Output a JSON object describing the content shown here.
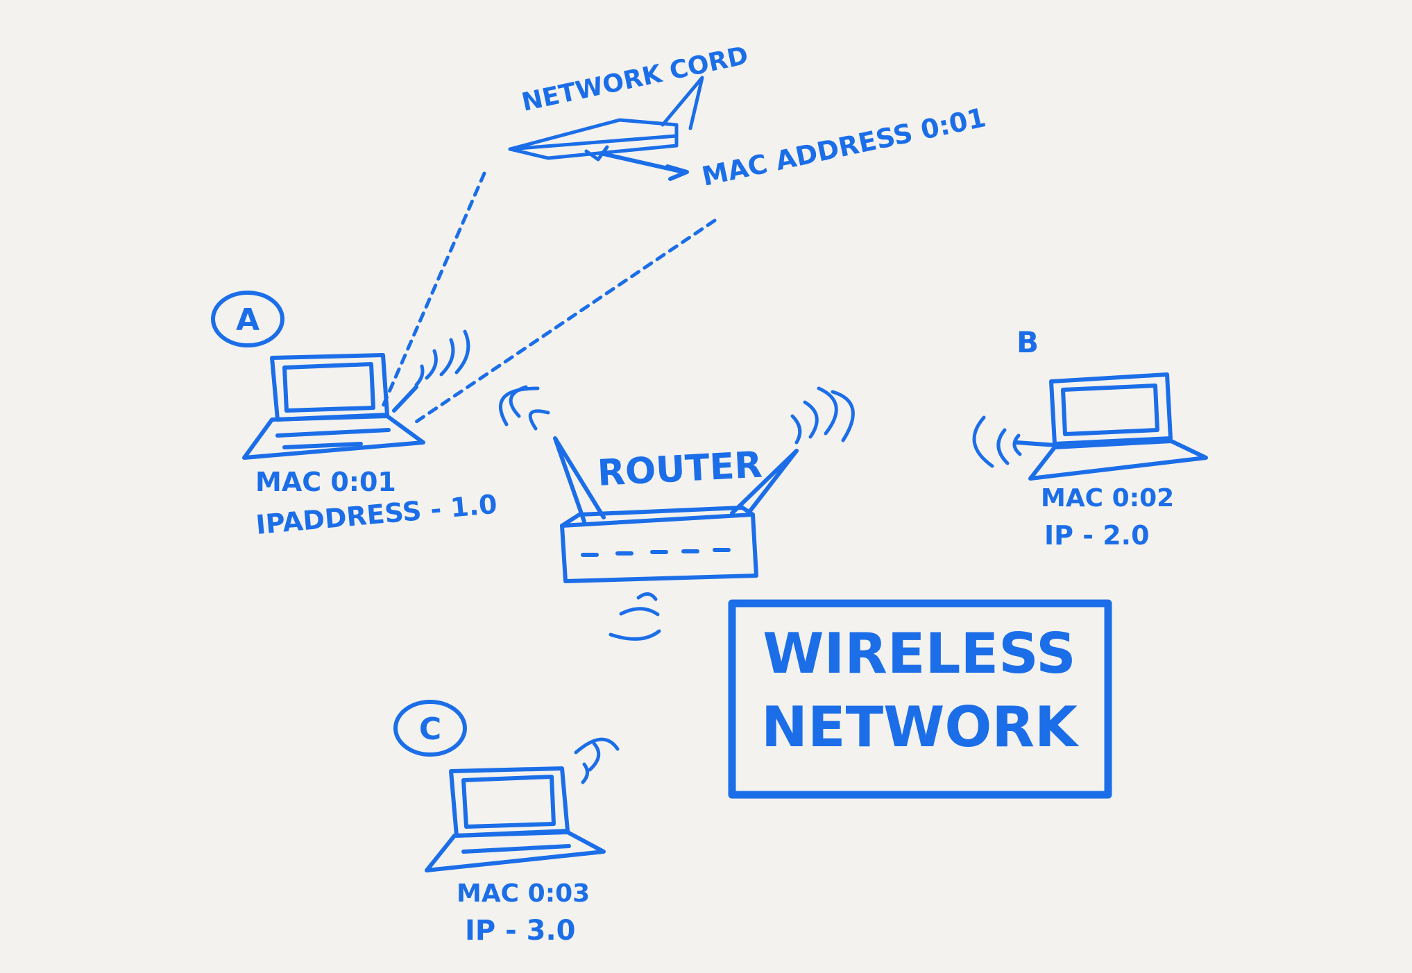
{
  "ink_color": "#1b6ee8",
  "background_color": "#f3f2ee",
  "labels": {
    "network_card": "NETWORK CORD",
    "mac_address": "MAC ADDRESS 0:01",
    "laptop_a_id": "A",
    "laptop_a_mac": "MAC 0:01",
    "laptop_a_ip": "IPADDRESS - 1.0",
    "router": "ROUTER",
    "laptop_b_id": "B",
    "laptop_b_mac": "MAC 0:02",
    "laptop_b_ip": "IP - 2.0",
    "laptop_c_id": "C",
    "laptop_c_mac": "MAC 0:03",
    "laptop_c_ip": "IP - 3.0",
    "box_line1": "WIRELESS",
    "box_line2": "NETWORK"
  },
  "icons": [
    "laptop-icon",
    "router-icon",
    "network-card-icon",
    "wifi-signal-icon"
  ]
}
